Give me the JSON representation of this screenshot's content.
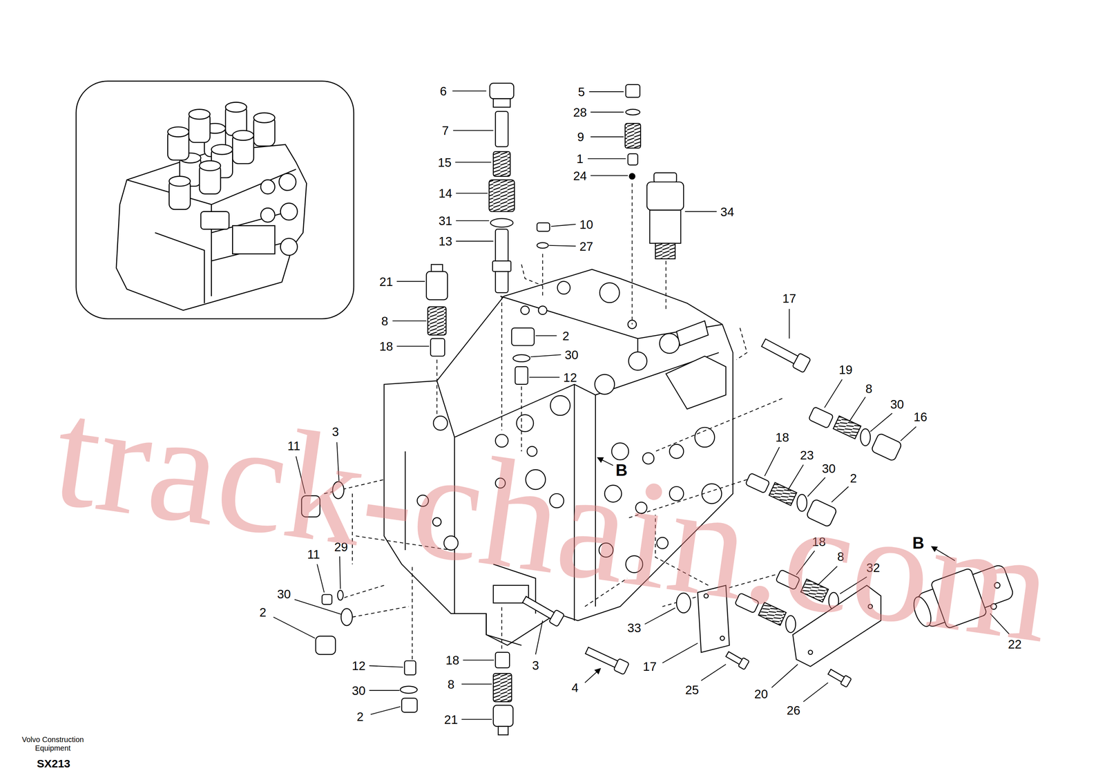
{
  "diagram": {
    "labels": [
      "6",
      "5",
      "28",
      "7",
      "9",
      "1",
      "15",
      "24",
      "14",
      "34",
      "31",
      "10",
      "13",
      "27",
      "21",
      "17",
      "8",
      "2",
      "18",
      "30",
      "19",
      "12",
      "8",
      "30",
      "16",
      "3",
      "18",
      "11",
      "23",
      "30",
      "B",
      "2",
      "18",
      "B",
      "29",
      "11",
      "8",
      "32",
      "30",
      "2",
      "33",
      "22",
      "18",
      "12",
      "3",
      "17",
      "8",
      "4",
      "30",
      "25",
      "20",
      "26",
      "2",
      "21",
      "Volvo Construction Equipment",
      "SX213",
      "track-chain.com"
    ]
  }
}
